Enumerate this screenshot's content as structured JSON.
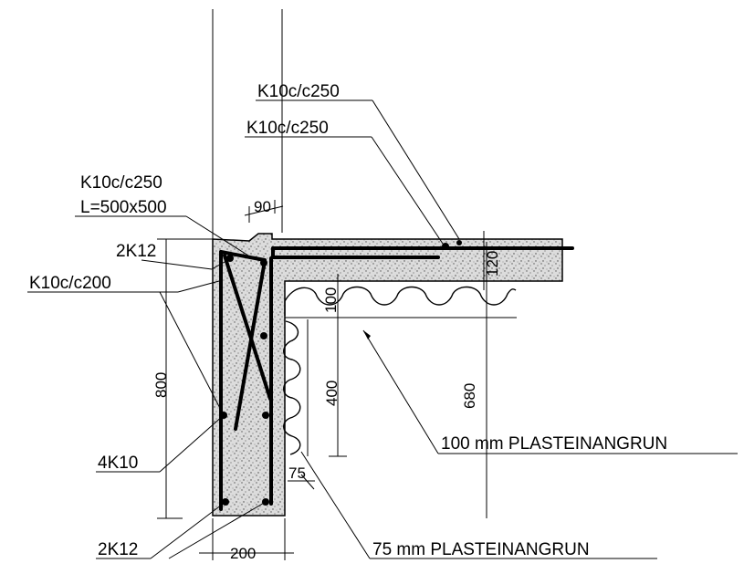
{
  "labels": {
    "slab_top_bar": "K10c/c250",
    "slab_bottom_bar": "K10c/c250",
    "corner_stirrup": "K10c/c250",
    "corner_size": "L=500x500",
    "top_corner_bars": "2K12",
    "wall_stirrup": "K10c/c200",
    "wall_long_bars": "4K10",
    "bottom_corner_bars": "2K12",
    "ceiling_insulation": "100 mm PLASTEINANGRUN",
    "wall_insulation": "75 mm PLASTEINANGRUN"
  },
  "dimensions": {
    "haunch_width": "90",
    "slab_thickness": "120",
    "ceiling_insul_thickness": "100",
    "wall_height": "800",
    "wall_insul_height": "400",
    "slab_to_bottom": "680",
    "wall_insul_thickness": "75",
    "wall_width": "200"
  }
}
